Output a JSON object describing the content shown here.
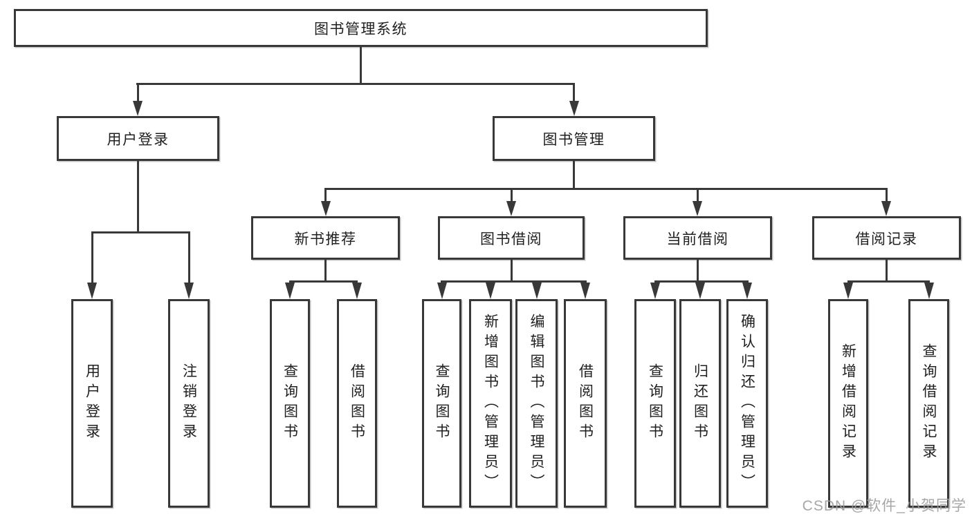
{
  "root": {
    "label": "图书管理系统"
  },
  "branches": {
    "user_login": {
      "label": "用户登录",
      "children": [
        "用户登录",
        "注销登录"
      ]
    },
    "book_mgmt": {
      "label": "图书管理",
      "sections": [
        {
          "label": "新书推荐",
          "children": [
            "查询图书",
            "借阅图书"
          ]
        },
        {
          "label": "图书借阅",
          "children": [
            "查询图书",
            "新增图书（管理员）",
            "编辑图书（管理员）",
            "借阅图书"
          ]
        },
        {
          "label": "当前借阅",
          "children": [
            "查询图书",
            "归还图书",
            "确认归还（管理员）"
          ]
        },
        {
          "label": "借阅记录",
          "children": [
            "新增借阅记录",
            "查询借阅记录"
          ]
        }
      ]
    }
  },
  "watermark": {
    "text": "CSDN @软件_小贺同学"
  },
  "colors": {
    "line": "#383838",
    "box_border": "#383838",
    "text": "#1f1f1f",
    "watermark": "#9e9e9e",
    "background": "#ffffff"
  }
}
